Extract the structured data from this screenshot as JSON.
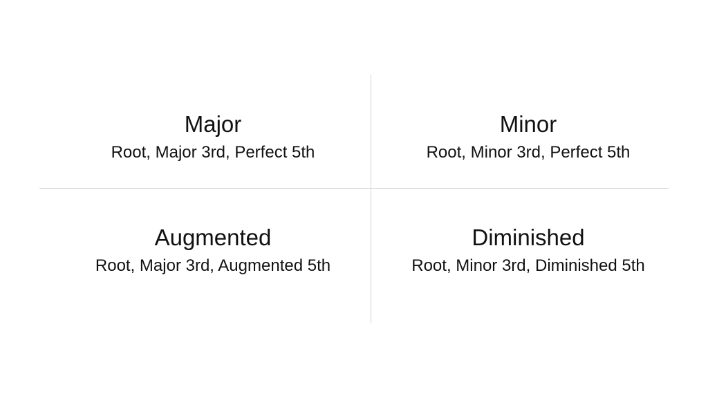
{
  "triads": [
    {
      "name": "Major",
      "intervals": "Root, Major 3rd, Perfect 5th"
    },
    {
      "name": "Minor",
      "intervals": "Root, Minor 3rd, Perfect 5th"
    },
    {
      "name": "Augmented",
      "intervals": "Root, Major 3rd, Augmented 5th"
    },
    {
      "name": "Diminished",
      "intervals": "Root, Minor 3rd, Diminished 5th"
    }
  ]
}
